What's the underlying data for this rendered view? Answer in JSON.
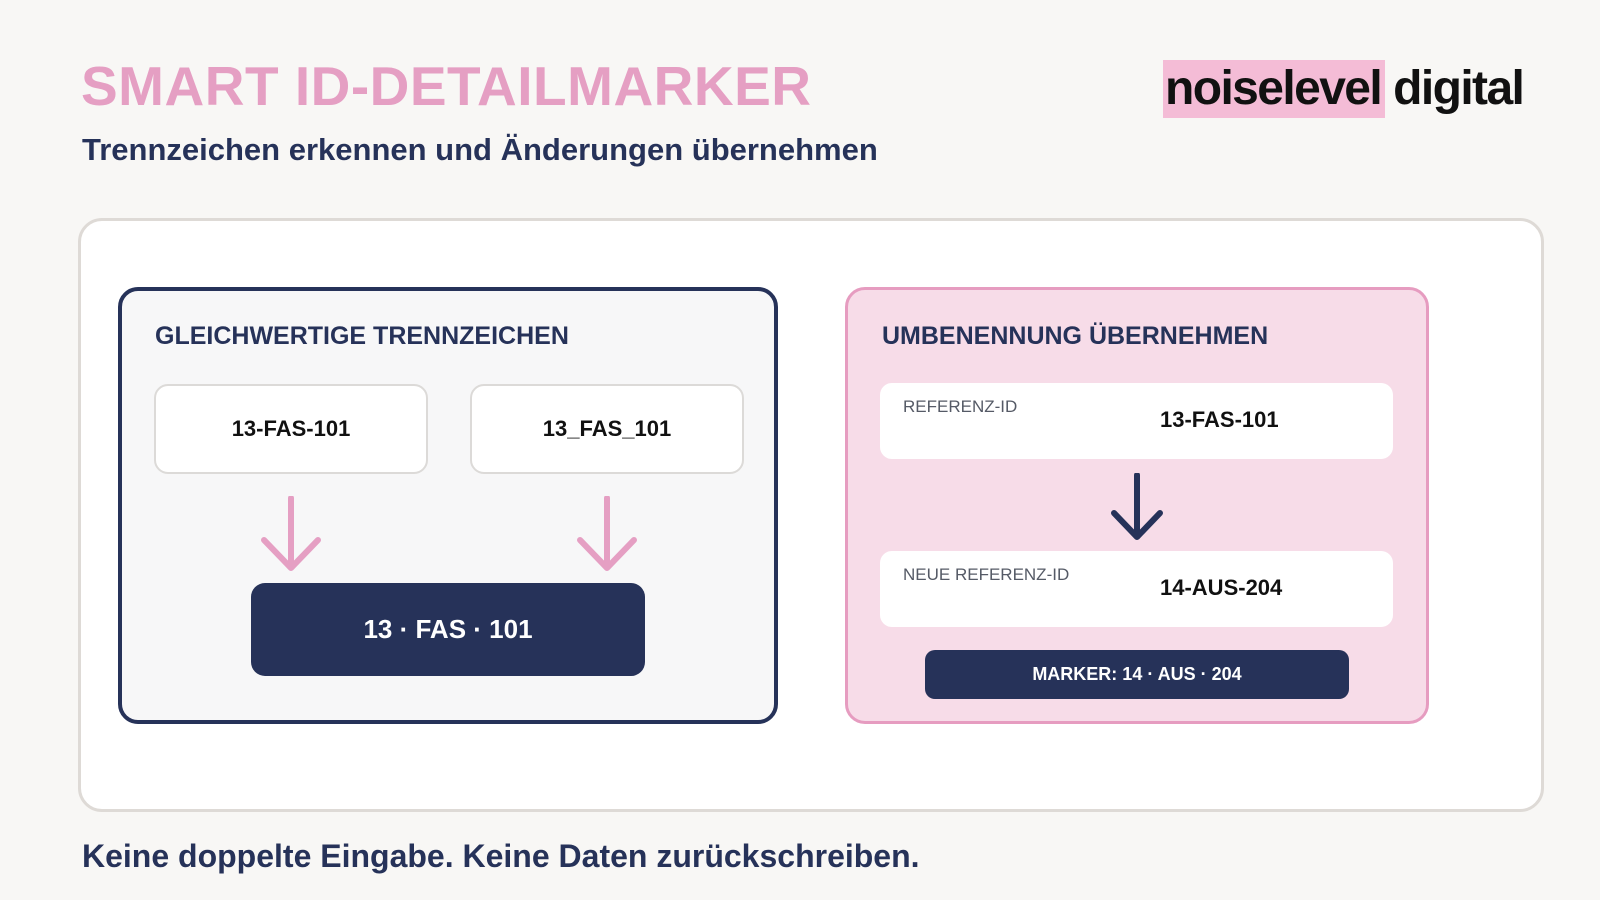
{
  "header": {
    "title": "SMART ID-DETAILMARKER",
    "subtitle": "Trennzeichen erkennen und Änderungen übernehmen",
    "logo_highlight": "noiselevel",
    "logo_rest": "digital"
  },
  "left_panel": {
    "heading": "GLEICHWERTIGE TRENNZEICHEN",
    "input_a": "13-FAS-101",
    "input_b": "13_FAS_101",
    "result": "13 · FAS · 101"
  },
  "right_panel": {
    "heading": "UMBENENNUNG ÜBERNEHMEN",
    "reference_label": "REFERENZ-ID",
    "reference_value": "13-FAS-101",
    "new_reference_label": "NEUE REFERENZ-ID",
    "new_reference_value": "14-AUS-204",
    "marker": "MARKER: 14 · AUS · 204"
  },
  "footer": "Keine doppelte Eingabe. Keine Daten zurückschreiben.",
  "colors": {
    "accent_pink": "#e59fc3",
    "navy": "#263259",
    "pink_panel": "#f7dce8",
    "logo_highlight": "#f4bcd6"
  },
  "icons": {
    "left_arrows": "arrow-down-icon",
    "right_arrow": "arrow-down-icon"
  }
}
